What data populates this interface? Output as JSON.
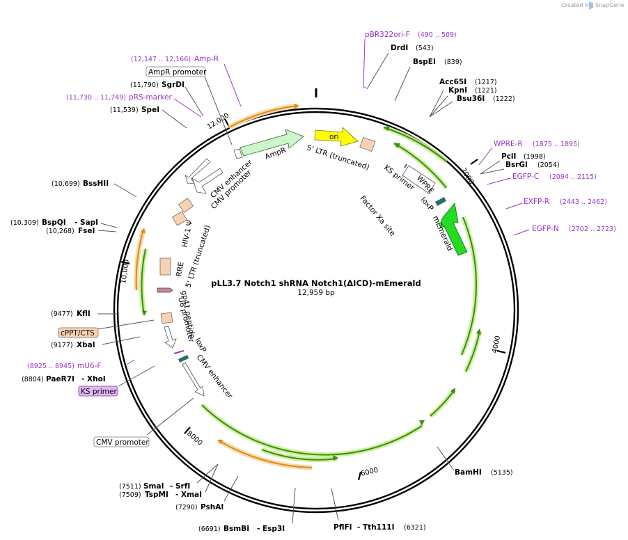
{
  "header": {
    "created_by": "Created by",
    "brand": "SnapGene"
  },
  "map": {
    "title": "pLL3.7 Notch1 shRNA Notch1(ΔICD)-mEmerald",
    "length": "12,959 bp"
  },
  "ticks": [
    "2000",
    "4000",
    "6000",
    "8000",
    "10,000",
    "12,000"
  ],
  "sites": [
    {
      "name": "DrdI",
      "num": "(543)"
    },
    {
      "name": "BspEI",
      "num": "(839)"
    },
    {
      "name": "Acc65I",
      "num": "(1217)"
    },
    {
      "name": "KpnI",
      "num": "(1221)"
    },
    {
      "name": "Bsu36I",
      "num": "(1222)"
    },
    {
      "name": "PciI",
      "num": "(1998)"
    },
    {
      "name": "BsrGI",
      "num": "(2054)"
    },
    {
      "name": "BamHI",
      "num": "(5135)"
    },
    {
      "name": "PflFI",
      "num": "(6321)",
      "sep": "- Tth111I"
    },
    {
      "name": "BsmBI",
      "num": "(6691)",
      "sep": "- Esp3I"
    },
    {
      "name": "PshAI",
      "num": "(7290)"
    },
    {
      "name": "TspMI",
      "num": "(7509)",
      "sep": "- XmaI"
    },
    {
      "name": "SmaI",
      "num": "(7511)",
      "sep": "- SrfI"
    },
    {
      "name": "PaeR7I",
      "num": "(8804)",
      "sep": "- XhoI"
    },
    {
      "name": "XbaI",
      "num": "(9177)"
    },
    {
      "name": "KflI",
      "num": "(9477)"
    },
    {
      "name": "FseI",
      "num": "(10,268)"
    },
    {
      "name": "BspQI",
      "num": "(10,309)",
      "sep": "- SapI"
    },
    {
      "name": "BssHII",
      "num": "(10,699)"
    },
    {
      "name": "SpeI",
      "num": "(11,539)"
    },
    {
      "name": "SgrDI",
      "num": "(11,790)"
    }
  ],
  "primers": [
    {
      "name": "pBR322ori-F",
      "range": "(490 .. 509)"
    },
    {
      "name": "WPRE-R",
      "range": "(1875 .. 1895)"
    },
    {
      "name": "EGFP-C",
      "range": "(2094 .. 2115)"
    },
    {
      "name": "EXFP-R",
      "range": "(2443 .. 2462)"
    },
    {
      "name": "EGFP-N",
      "range": "(2702 .. 2723)"
    },
    {
      "name": "mU6-F",
      "range": "(8925 .. 8945)"
    },
    {
      "name": "pRS-marker",
      "range": "(11,730 .. 11,749)"
    },
    {
      "name": "Amp-R",
      "range": "(12,147 .. 12,166)"
    }
  ],
  "boxed_labels": [
    "AmpR promoter",
    "cPPT/CTS",
    "KS primer",
    "CMV promoter"
  ],
  "features": [
    "ori",
    "5' LTR (truncated)",
    "KS primer",
    "WPRE",
    "loxP",
    "Factor Xa site",
    "mEmerald",
    "AmpR",
    "CMV enhancer",
    "CMV promoter",
    "HIV-1 Ψ",
    "RRE",
    "5' LTR (truncated)",
    "gp41 peptide",
    "U6 promoter",
    "loxP",
    "CMV enhancer"
  ],
  "colors": {
    "backbone": "#000000",
    "primer": "#9933cc",
    "orf_arrow": "#3a8a1e",
    "orf_glow": "#c6f08a",
    "gold_arc": "#e08a1a",
    "gold_glow": "#f7d9a8",
    "ori": "#ffff00",
    "ampr": "#ccf5cc",
    "mEmerald": "#22dd22",
    "ltr_box": "#f7d2b4",
    "gp41": "#c08a99",
    "loxp": "#2a6e6e",
    "primer_box": "#e3b8f5"
  }
}
